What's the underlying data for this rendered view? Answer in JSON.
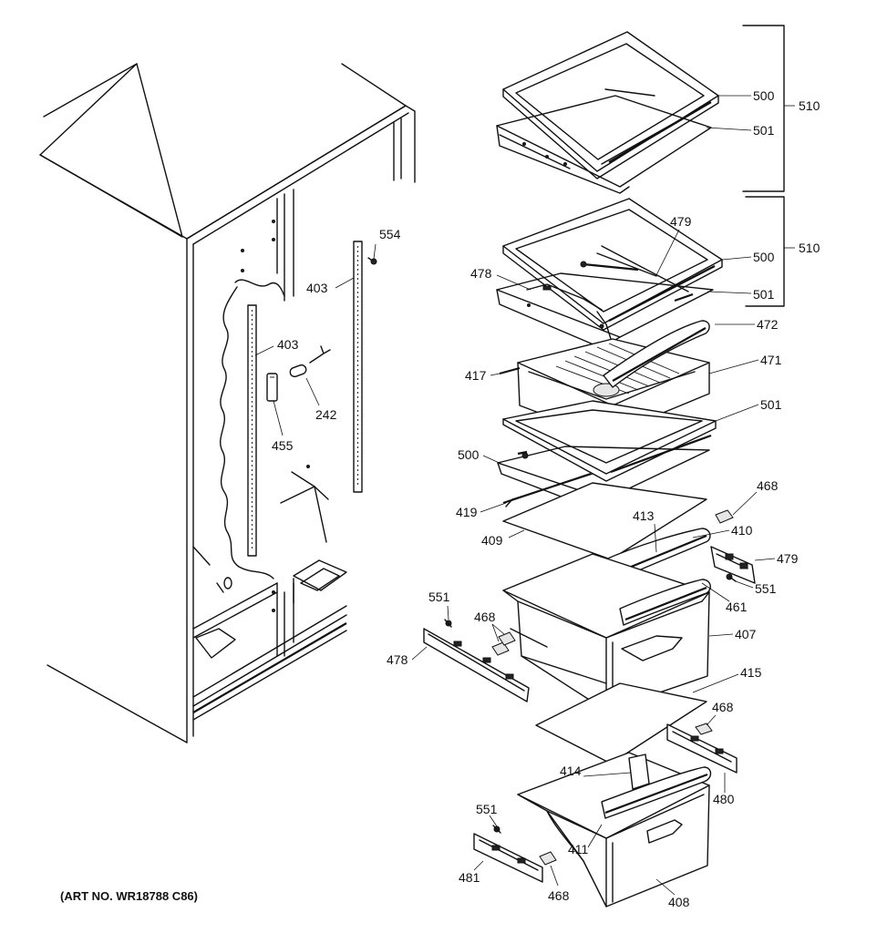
{
  "art_number": "(ART NO. WR18788 C86)",
  "labels": {
    "l500a": "500",
    "l501a": "501",
    "l510a": "510",
    "l479a": "479",
    "l500b": "500",
    "l510b": "510",
    "l478a": "478",
    "l501b": "501",
    "l472": "472",
    "l417": "417",
    "l471": "471",
    "l501c": "501",
    "l500c": "500",
    "l468a": "468",
    "l419": "419",
    "l413": "413",
    "l410": "410",
    "l409": "409",
    "l479b": "479",
    "l551a": "551",
    "l551b": "551",
    "l461": "461",
    "l468b": "468",
    "l478b": "478",
    "l407": "407",
    "l415": "415",
    "l468c": "468",
    "l414": "414",
    "l480": "480",
    "l551c": "551",
    "l411": "411",
    "l481": "481",
    "l468d": "468",
    "l408": "408",
    "l554": "554",
    "l403a": "403",
    "l403b": "403",
    "l242": "242",
    "l455": "455"
  }
}
